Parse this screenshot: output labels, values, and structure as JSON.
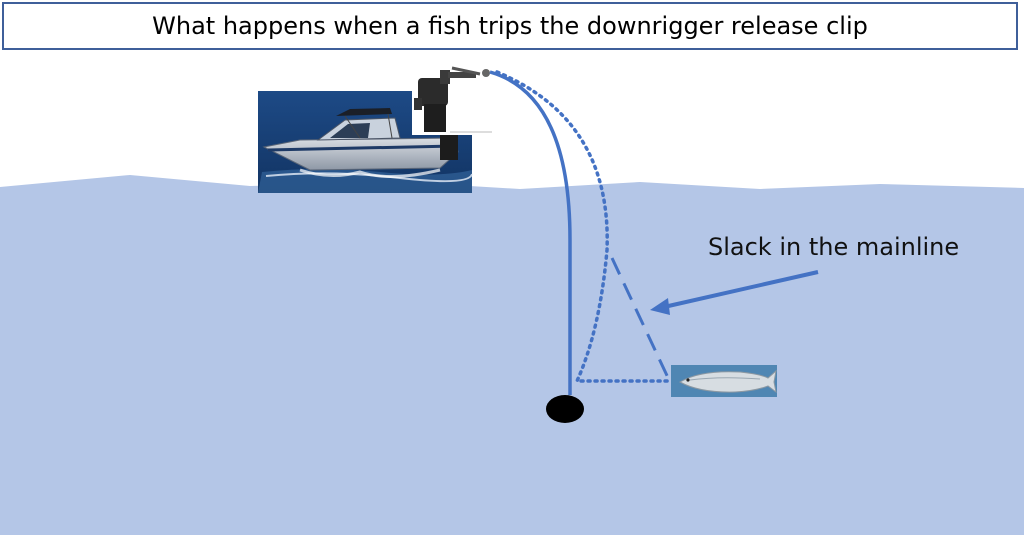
{
  "title": "What happens when a fish trips the downrigger release clip",
  "annotations": {
    "slack_label": "Slack in the mainline"
  },
  "illustrations": {
    "boat": "boat-photo",
    "downrigger": "downrigger-photo",
    "fish": "salmon-photo",
    "weight": "cannonball-weight"
  },
  "colors": {
    "water": "#b4c6e7",
    "line": "#4472c4",
    "title_border": "#3f5f9a",
    "weight": "#000000"
  }
}
